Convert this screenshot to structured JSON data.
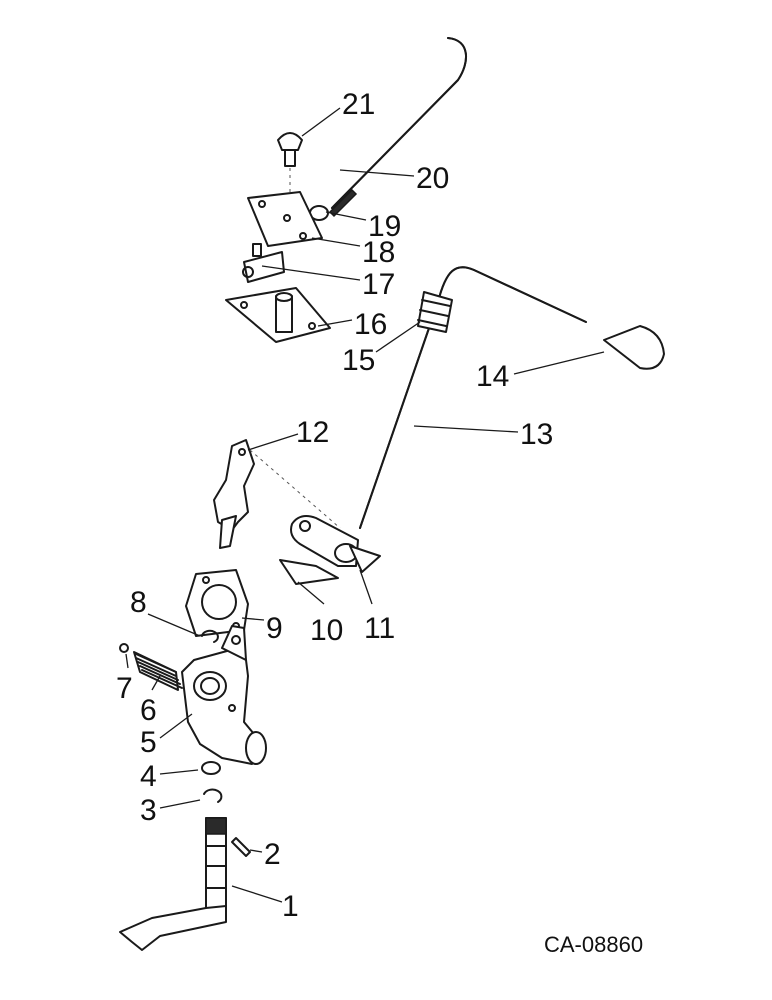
{
  "diagram": {
    "reference_code": "CA-08860",
    "callouts": [
      "1",
      "2",
      "3",
      "4",
      "5",
      "6",
      "7",
      "8",
      "9",
      "10",
      "11",
      "12",
      "13",
      "14",
      "15",
      "16",
      "17",
      "18",
      "19",
      "20",
      "21"
    ]
  }
}
